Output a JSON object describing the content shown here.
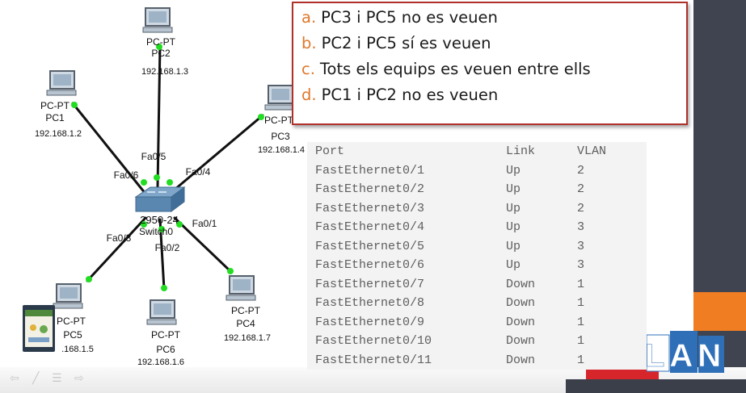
{
  "topology": {
    "switch": {
      "model": "2950-24",
      "name": "Switch0"
    },
    "pcs": [
      {
        "id": "pc1",
        "type": "PC-PT",
        "name": "PC1",
        "ip": "192.168.1.2",
        "port": "Fa0/6"
      },
      {
        "id": "pc2",
        "type": "PC-PT",
        "name": "PC2",
        "ip": "192.168.1.3",
        "port": "Fa0/5"
      },
      {
        "id": "pc3",
        "type": "PC-PT",
        "name": "PC3",
        "ip": "192.168.1.4",
        "port": "Fa0/4"
      },
      {
        "id": "pc4",
        "type": "PC-PT",
        "name": "PC4",
        "ip": "192.168.1.7",
        "port": "Fa0/1"
      },
      {
        "id": "pc5",
        "type": "PC-PT",
        "name": "PC5",
        "ip": ".168.1.5",
        "port": "Fa0/3"
      },
      {
        "id": "pc6",
        "type": "PC-PT",
        "name": "PC6",
        "ip": "192.168.1.6",
        "port": "Fa0/2"
      }
    ]
  },
  "options": [
    {
      "letter": "a.",
      "text": "PC3 i PC5 no es veuen"
    },
    {
      "letter": "b.",
      "text": "PC2 i PC5 sí es veuen"
    },
    {
      "letter": "c.",
      "text": "Tots els equips es veuen entre ells"
    },
    {
      "letter": "d.",
      "text": "PC1 i PC2 no es veuen"
    }
  ],
  "vlan_table": {
    "headers": {
      "port": "Port",
      "link": "Link",
      "vlan": "VLAN"
    },
    "rows": [
      {
        "port": "FastEthernet0/1",
        "link": "Up",
        "vlan": "2"
      },
      {
        "port": "FastEthernet0/2",
        "link": "Up",
        "vlan": "2"
      },
      {
        "port": "FastEthernet0/3",
        "link": "Up",
        "vlan": "2"
      },
      {
        "port": "FastEthernet0/4",
        "link": "Up",
        "vlan": "3"
      },
      {
        "port": "FastEthernet0/5",
        "link": "Up",
        "vlan": "3"
      },
      {
        "port": "FastEthernet0/6",
        "link": "Up",
        "vlan": "3"
      },
      {
        "port": "FastEthernet0/7",
        "link": "Down",
        "vlan": "1"
      },
      {
        "port": "FastEthernet0/8",
        "link": "Down",
        "vlan": "1"
      },
      {
        "port": "FastEthernet0/9",
        "link": "Down",
        "vlan": "1"
      },
      {
        "port": "FastEthernet0/10",
        "link": "Down",
        "vlan": "1"
      },
      {
        "port": "FastEthernet0/11",
        "link": "Down",
        "vlan": "1"
      }
    ]
  },
  "logo": {
    "text": "LAN"
  },
  "colors": {
    "accent_orange": "#f07d22",
    "link_green": "#22cc22",
    "box_border": "#b0302a",
    "dark_band": "#3f4450"
  },
  "nav": {
    "prev_icon": "arrow-left-icon",
    "pen_icon": "pen-icon",
    "menu_icon": "menu-icon",
    "next_icon": "arrow-right-icon"
  }
}
